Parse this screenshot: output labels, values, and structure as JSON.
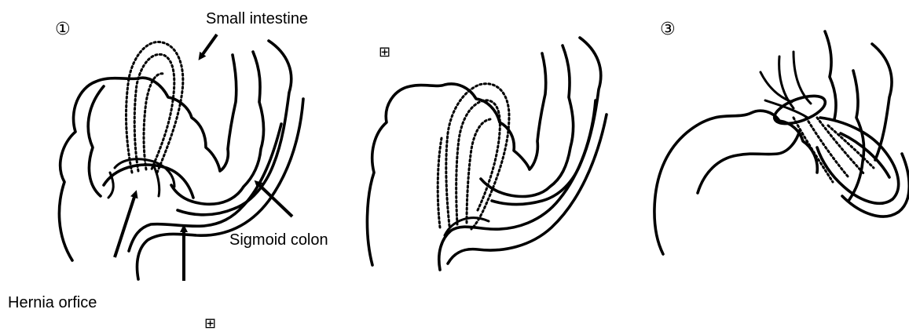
{
  "panels": [
    {
      "number": "①",
      "labels": {
        "small_intestine": "Small intestine",
        "sigmoid_colon": "Sigmoid colon",
        "hernia_orifice": "Hernia orfice"
      },
      "extra_marker": "⊞"
    },
    {
      "number": "⊞"
    },
    {
      "number": "③"
    }
  ],
  "colors": {
    "line": "#000000",
    "background": "#ffffff"
  }
}
